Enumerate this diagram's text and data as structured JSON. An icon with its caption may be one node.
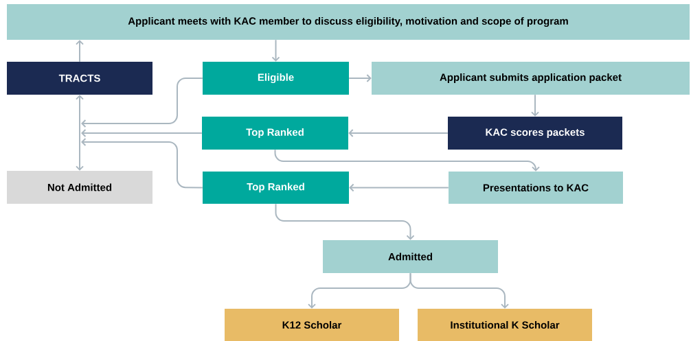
{
  "diagram": {
    "nodes": [
      {
        "text": [
          "Applicant meets with KAC member to discuss eligibility, motivation and scope of program"
        ]
      },
      {
        "text": [
          "TRACTS"
        ]
      },
      {
        "text": [
          "Eligible"
        ]
      },
      {
        "text": [
          "Applicant submits application packet"
        ]
      },
      {
        "text": [
          "Not Admitted"
        ]
      },
      {
        "text": [
          "Top Ranked"
        ]
      },
      {
        "text": [
          "KAC scores packets"
        ]
      },
      {
        "text": [
          "Top Ranked"
        ]
      },
      {
        "text": [
          "Presentations to KAC"
        ]
      },
      {
        "text": [
          "Admitted"
        ]
      },
      {
        "text": [
          "K12 Scholar"
        ]
      },
      {
        "text": [
          "Institutional K Scholar"
        ]
      }
    ],
    "edges": [
      {
        "from": 0,
        "to": 2,
        "arrow": "to"
      },
      {
        "from": 1,
        "to": 0,
        "arrow": "to"
      },
      {
        "from": 1,
        "to": 4,
        "arrow": "both"
      },
      {
        "from": 2,
        "to": null,
        "arrow": "to"
      },
      {
        "from": 5,
        "to": null,
        "arrow": "to"
      },
      {
        "from": 7,
        "to": null,
        "arrow": "to"
      },
      {
        "from": 2,
        "to": 3,
        "arrow": "to"
      },
      {
        "from": 3,
        "to": 6,
        "arrow": "to"
      },
      {
        "from": 6,
        "to": 5,
        "arrow": "to"
      },
      {
        "from": 5,
        "to": 8,
        "arrow": "to"
      },
      {
        "from": 8,
        "to": 7,
        "arrow": "to"
      },
      {
        "from": 7,
        "to": 9,
        "arrow": "to"
      },
      {
        "from": 9,
        "to": 10,
        "arrow": "to"
      },
      {
        "from": 9,
        "to": 11,
        "arrow": "to"
      }
    ]
  }
}
